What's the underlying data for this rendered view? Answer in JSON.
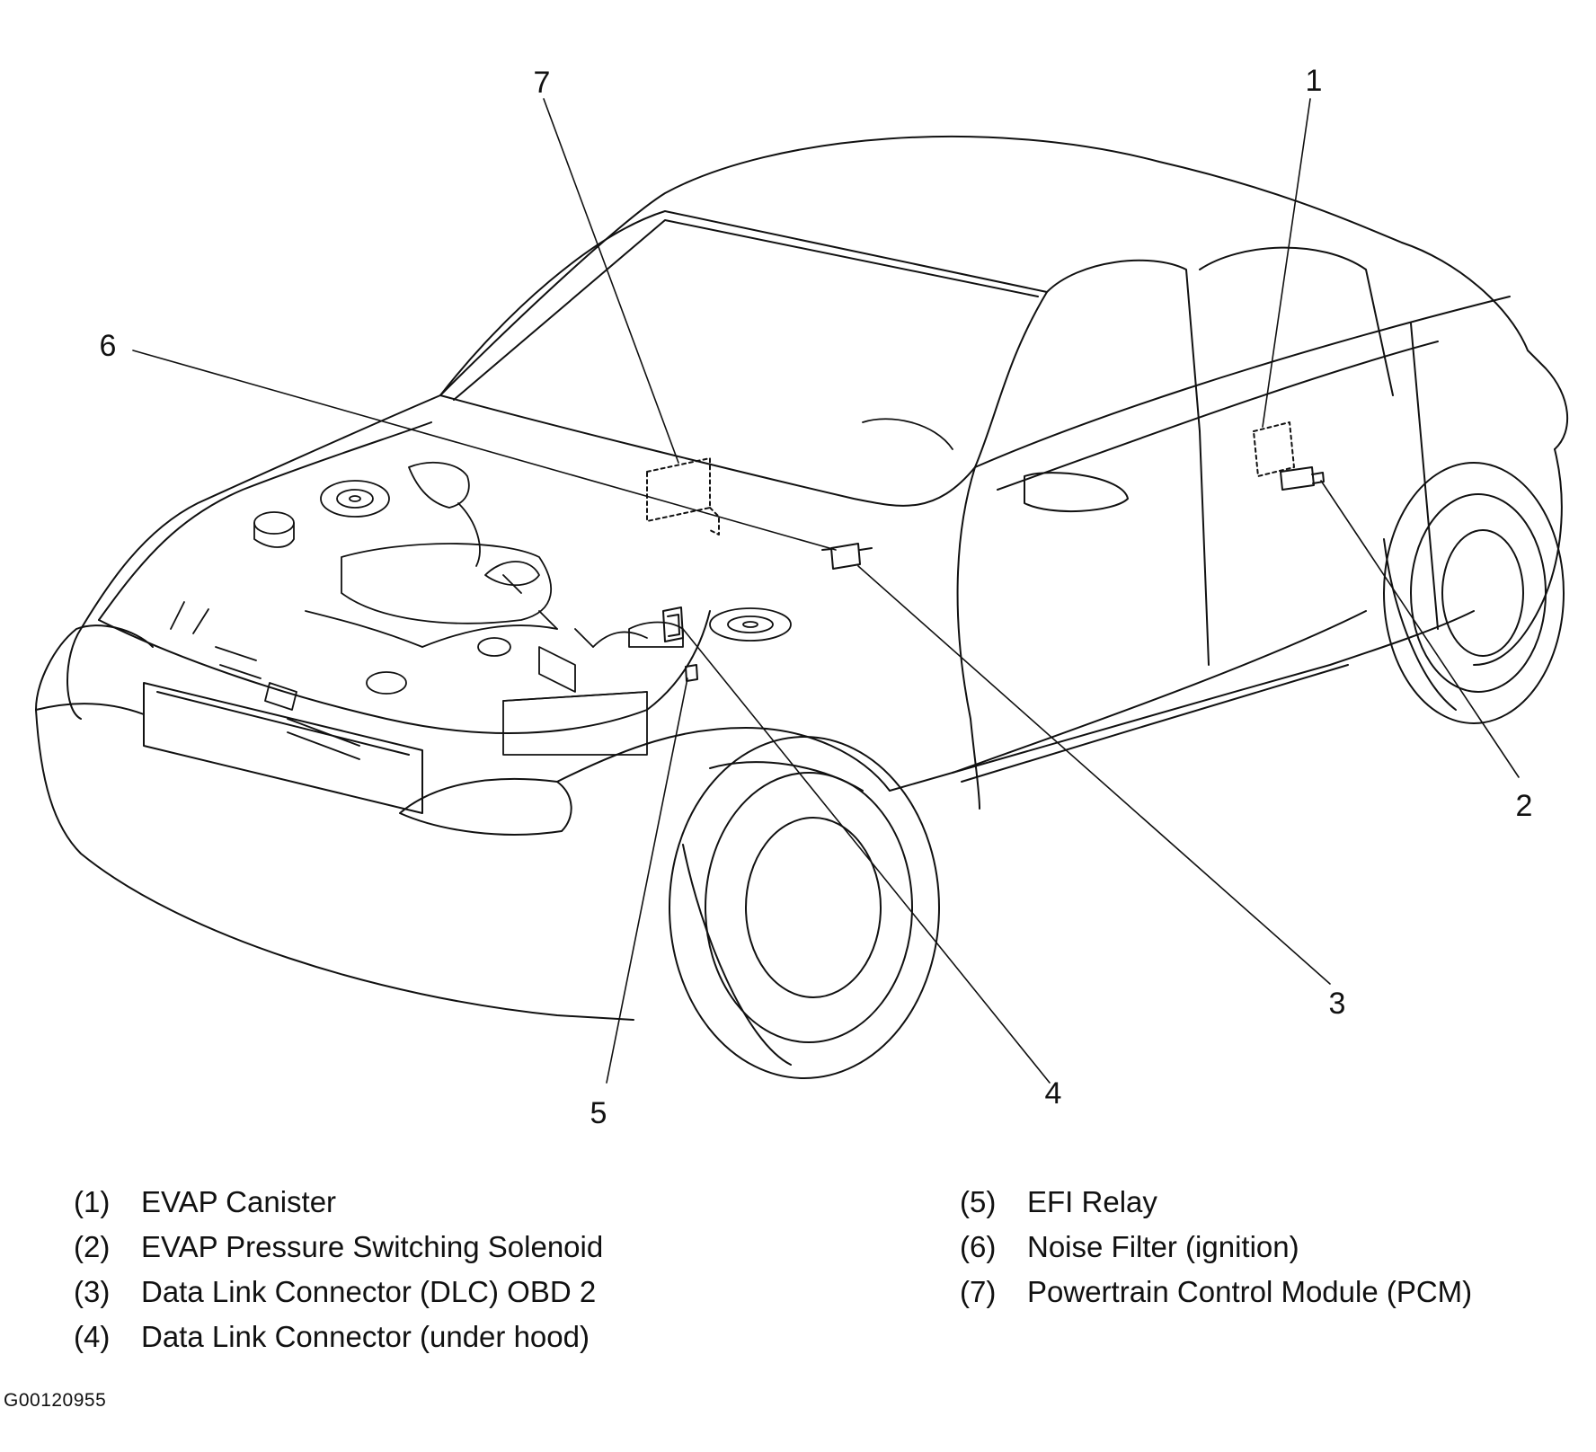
{
  "callouts": [
    {
      "number": "1",
      "label": "EVAP Canister"
    },
    {
      "number": "2",
      "label": "EVAP Pressure Switching Solenoid"
    },
    {
      "number": "3",
      "label": "Data Link Connector (DLC) OBD 2"
    },
    {
      "number": "4",
      "label": "Data Link Connector (under hood)"
    },
    {
      "number": "5",
      "label": "EFI Relay"
    },
    {
      "number": "6",
      "label": "Noise Filter (ignition)"
    },
    {
      "number": "7",
      "label": "Powertrain Control Module (PCM)"
    }
  ],
  "legend_indices": [
    "(1)",
    "(2)",
    "(3)",
    "(4)",
    "(5)",
    "(6)",
    "(7)"
  ],
  "figure_code": "G00120955",
  "colors": {
    "ink": "#111111",
    "paper": "#ffffff"
  }
}
